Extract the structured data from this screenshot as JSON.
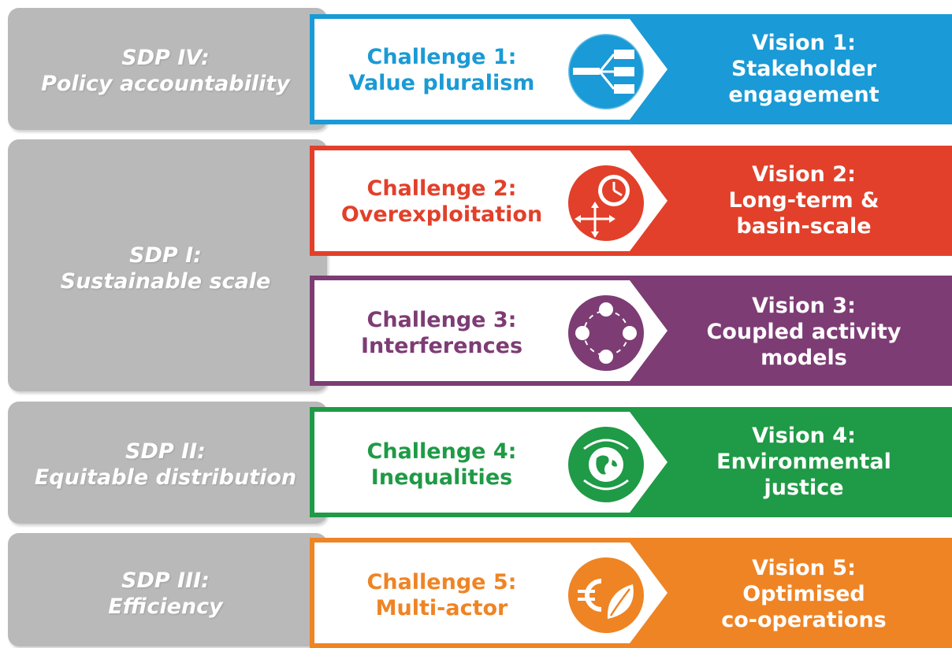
{
  "sdps": [
    {
      "line1": "SDP IV:",
      "line2": "Policy accountability"
    },
    {
      "line1": "SDP I:",
      "line2": "Sustainable scale"
    },
    {
      "line1": "SDP II:",
      "line2": "Equitable distribution"
    },
    {
      "line1": "SDP III:",
      "line2": "Efficiency"
    }
  ],
  "rows": [
    {
      "challenge_line1": "Challenge 1:",
      "challenge_line2": "Value pluralism",
      "vision_lines": [
        "Vision 1:",
        "Stakeholder",
        "engagement"
      ],
      "color": "#1a9ad6",
      "icon": "branching-arrows-icon"
    },
    {
      "challenge_line1": "Challenge 2:",
      "challenge_line2": "Overexploitation",
      "vision_lines": [
        "Vision 2:",
        "Long-term &",
        "basin-scale"
      ],
      "color": "#e2402a",
      "icon": "clock-arrows-icon"
    },
    {
      "challenge_line1": "Challenge 3:",
      "challenge_line2": "Interferences",
      "vision_lines": [
        "Vision 3:",
        "Coupled activity",
        "models"
      ],
      "color": "#7d3c74",
      "icon": "cycle-icon"
    },
    {
      "challenge_line1": "Challenge 4:",
      "challenge_line2": "Inequalities",
      "vision_lines": [
        "Vision 4:",
        "Environmental",
        "justice"
      ],
      "color": "#1f9a46",
      "icon": "globe-hands-icon"
    },
    {
      "challenge_line1": "Challenge 5:",
      "challenge_line2": "Multi-actor",
      "vision_lines": [
        "Vision 5:",
        "Optimised",
        "co-operations"
      ],
      "color": "#ef8424",
      "icon": "euro-leaf-icon"
    }
  ]
}
